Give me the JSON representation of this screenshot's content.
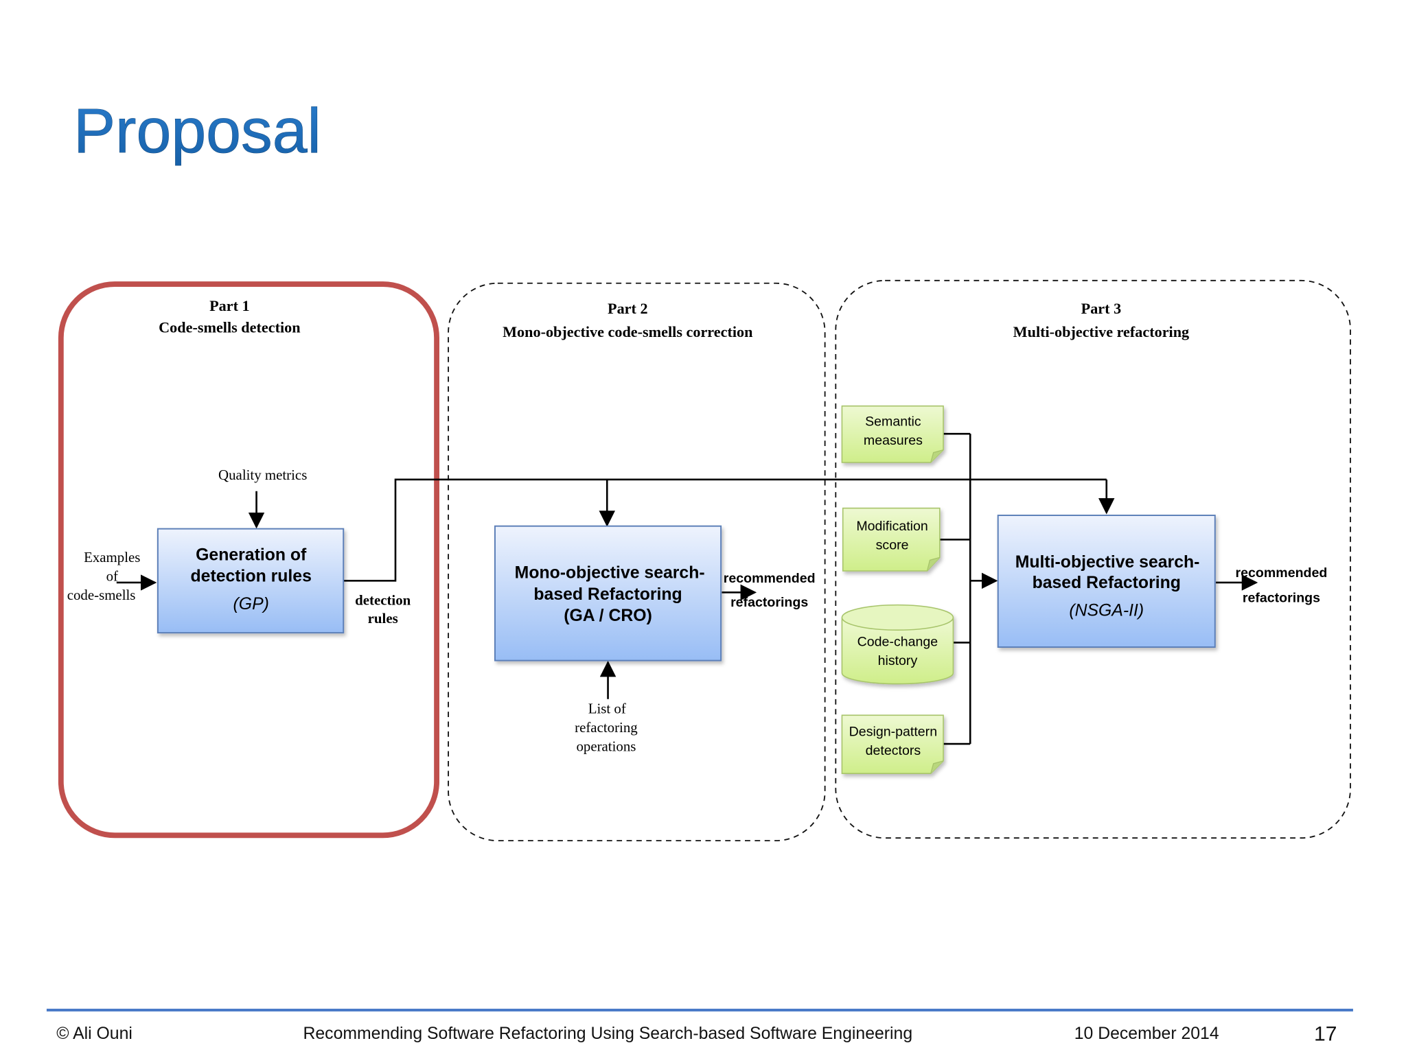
{
  "slide": {
    "title": "Proposal",
    "title_color": "#1f6db5"
  },
  "part1": {
    "heading": "Part 1",
    "subheading": "Code-smells detection",
    "highlight_color": "#c0504d",
    "box": {
      "line1": "Generation of",
      "line2": "detection rules",
      "method": "(GP)"
    },
    "input_top": "Quality metrics",
    "input_left": {
      "line1": "Examples",
      "line2": "of",
      "line3": "code-smells"
    },
    "output": {
      "line1": "detection",
      "line2": "rules"
    }
  },
  "part2": {
    "heading": "Part 2",
    "subheading": "Mono-objective code-smells correction",
    "box": {
      "line1": "Mono-objective search-",
      "line2": "based Refactoring",
      "method": "(GA / CRO)"
    },
    "input_bottom": {
      "line1": "List of",
      "line2": "refactoring",
      "line3": "operations"
    },
    "output": {
      "line1": "recommended",
      "line2": "refactorings"
    }
  },
  "part3": {
    "heading": "Part 3",
    "subheading": "Multi-objective refactoring",
    "box": {
      "line1": "Multi-objective search-",
      "line2": "based Refactoring",
      "method": "(NSGA-II)"
    },
    "output": {
      "line1": "recommended",
      "line2": "refactorings"
    },
    "inputs": [
      {
        "line1": "Semantic",
        "line2": "measures",
        "shape": "note"
      },
      {
        "line1": "Modification",
        "line2": "score",
        "shape": "note"
      },
      {
        "line1": "Code-change",
        "line2": "history",
        "shape": "cylinder"
      },
      {
        "line1": "Design-pattern",
        "line2": "detectors",
        "shape": "note"
      }
    ]
  },
  "colors": {
    "process_box_top": "#eef3fd",
    "process_box_bottom": "#98bdf5",
    "process_box_border": "#5b7fb8",
    "note_fill": "#d9f2a0",
    "note_border": "#a7c46a",
    "footer_rule": "#4a7bc8"
  },
  "footer": {
    "author": "© Ali Ouni",
    "talk_title": "Recommending Software Refactoring Using Search-based Software Engineering",
    "date": "10 December 2014",
    "page_number": "17"
  }
}
